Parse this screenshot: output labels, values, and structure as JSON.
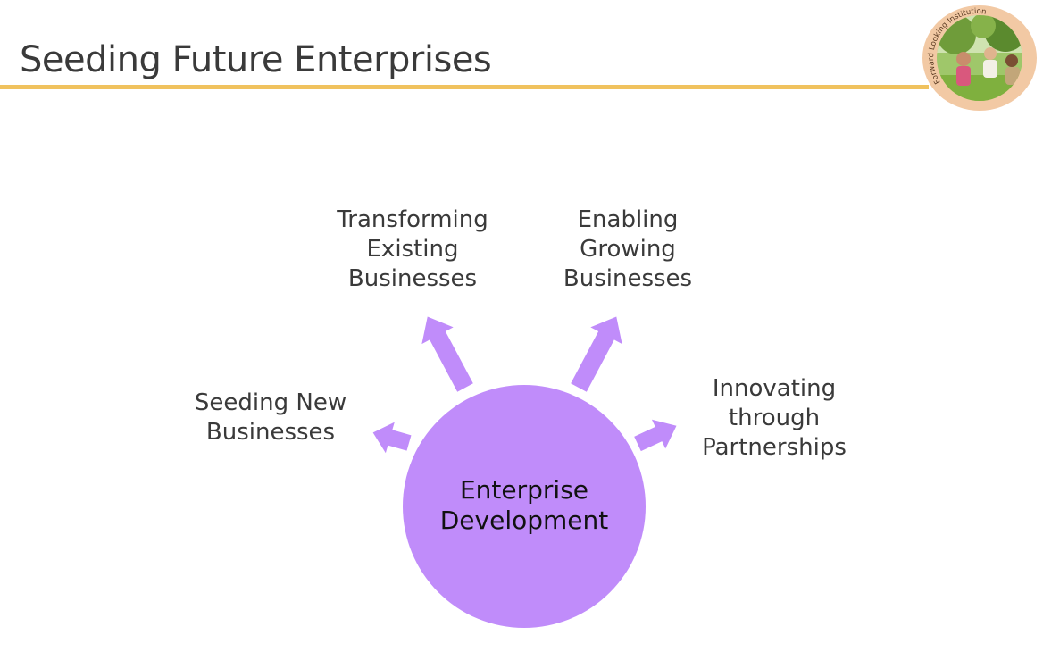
{
  "slide": {
    "title": "Seeding Future Enterprises",
    "accent_color": "#f0c25e",
    "logo": {
      "ring_text": "Forward Looking Institution",
      "icon": "people-gardening-photo-badge"
    }
  },
  "diagram": {
    "center": {
      "lines": [
        "Enterprise",
        "Development"
      ],
      "color": "#c08cfa"
    },
    "arrow_color": "#c08cfa",
    "nodes": [
      {
        "id": "seeding",
        "lines": [
          "Seeding New",
          "Businesses"
        ]
      },
      {
        "id": "transforming",
        "lines": [
          "Transforming",
          "Existing",
          "Businesses"
        ]
      },
      {
        "id": "enabling",
        "lines": [
          "Enabling",
          "Growing",
          "Businesses"
        ]
      },
      {
        "id": "innovating",
        "lines": [
          "Innovating",
          "through",
          "Partnerships"
        ]
      }
    ]
  }
}
